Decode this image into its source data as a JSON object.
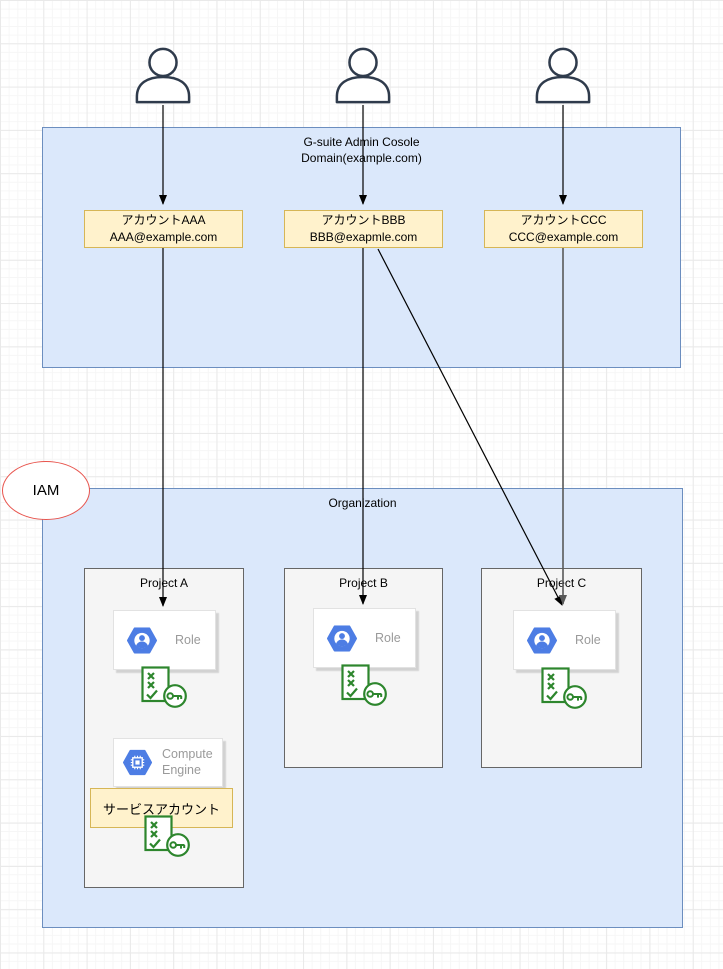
{
  "gsuite_console": {
    "title_line1": "G-suite Admin Cosole",
    "title_line2": "Domain(example.com)"
  },
  "accounts": [
    {
      "name": "アカウントAAA",
      "email": "AAA@example.com"
    },
    {
      "name": "アカウントBBB",
      "email": "BBB@exapmle.com"
    },
    {
      "name": "アカウントCCC",
      "email": "CCC@example.com"
    }
  ],
  "iam": {
    "label": "IAM"
  },
  "organization": {
    "label": "Organization"
  },
  "projects": [
    {
      "name": "Project A",
      "role_label": "Role"
    },
    {
      "name": "Project B",
      "role_label": "Role"
    },
    {
      "name": "Project C",
      "role_label": "Role"
    }
  ],
  "compute_engine": {
    "label": "Compute Engine"
  },
  "service_account": {
    "label": "サービスアカウント"
  },
  "icons": {
    "person": "user-silhouette",
    "role": "gcp-iam-blue-hexagon",
    "compute_engine": "gcp-compute-engine-blue-hexagon",
    "acl_key": "green-checklist-with-key"
  },
  "colors": {
    "container_fill": "#dbe8fb",
    "container_stroke": "#6c8ebf",
    "account_fill": "#fff2cc",
    "account_stroke": "#d6b656",
    "project_fill": "#f5f5f5",
    "project_stroke": "#666666",
    "gcp_icon_blue": "#4d7de4",
    "acl_key_green": "#2d862d",
    "iam_stroke": "#e8544d",
    "connector_black": "#000000",
    "connector_gray": "#595959",
    "card_text_gray": "#9a9a9a"
  }
}
